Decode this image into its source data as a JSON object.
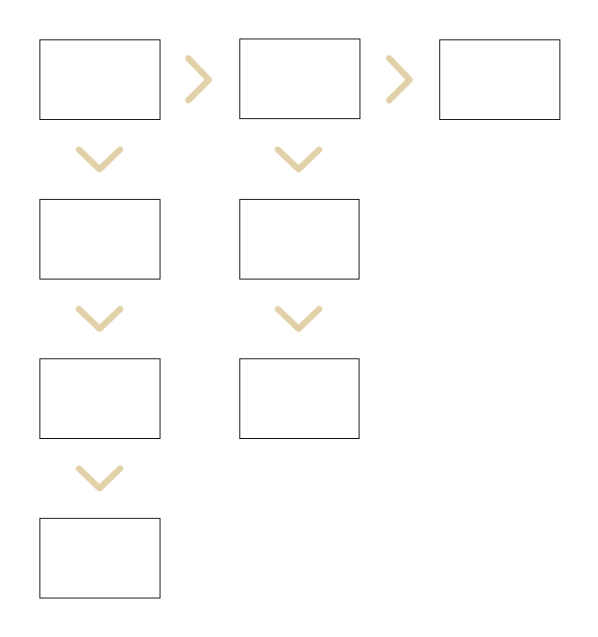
{
  "diagram": {
    "columns": [
      {
        "boxes": [
          "",
          "",
          "",
          ""
        ]
      },
      {
        "boxes": [
          "",
          "",
          ""
        ]
      },
      {
        "boxes": [
          ""
        ]
      }
    ],
    "connectors": {
      "horizontal": [
        {
          "from": "column-1-box-1",
          "to": "column-2-box-1",
          "direction": "right"
        },
        {
          "from": "column-2-box-1",
          "to": "column-3-box-1",
          "direction": "right"
        }
      ],
      "vertical": [
        {
          "from": "column-1-box-1",
          "to": "column-1-box-2",
          "direction": "down"
        },
        {
          "from": "column-1-box-2",
          "to": "column-1-box-3",
          "direction": "down"
        },
        {
          "from": "column-1-box-3",
          "to": "column-1-box-4",
          "direction": "down"
        },
        {
          "from": "column-2-box-1",
          "to": "column-2-box-2",
          "direction": "down"
        },
        {
          "from": "column-2-box-2",
          "to": "column-2-box-3",
          "direction": "down"
        }
      ]
    },
    "colors": {
      "box_border": "#000000",
      "box_fill": "#ffffff",
      "connector": "#e2d1a8",
      "background": "#ffffff"
    }
  }
}
